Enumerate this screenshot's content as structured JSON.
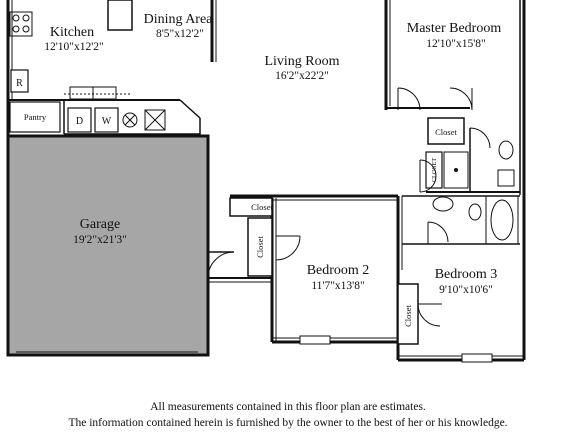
{
  "rooms": {
    "kitchen": {
      "name": "Kitchen",
      "dim": "12'10\"x12'2\""
    },
    "dining": {
      "name": "Dining Area",
      "dim": "8'5\"x12'2\""
    },
    "living": {
      "name": "Living Room",
      "dim": "16'2\"x22'2\""
    },
    "master": {
      "name": "Master Bedroom",
      "dim": "12'10\"x15'8\""
    },
    "garage": {
      "name": "Garage",
      "dim": "19'2\"x21'3\""
    },
    "bedroom2": {
      "name": "Bedroom 2",
      "dim": "11'7\"x13'8\""
    },
    "bedroom3": {
      "name": "Bedroom 3",
      "dim": "9'10\"x10'6\""
    }
  },
  "labels": {
    "pantry": "Pantry",
    "refrigerator": "R",
    "dryer": "D",
    "washer": "W",
    "closet": "Closet",
    "closet_short": "CLOSET"
  },
  "colors": {
    "garage_fill": "#a6a6a6",
    "wall": "#111111"
  },
  "disclaimer": {
    "line1": "All measurements contained in this floor plan are estimates.",
    "line2": "The information contained herein is furnished by the owner to the best of her or his knowledge."
  }
}
